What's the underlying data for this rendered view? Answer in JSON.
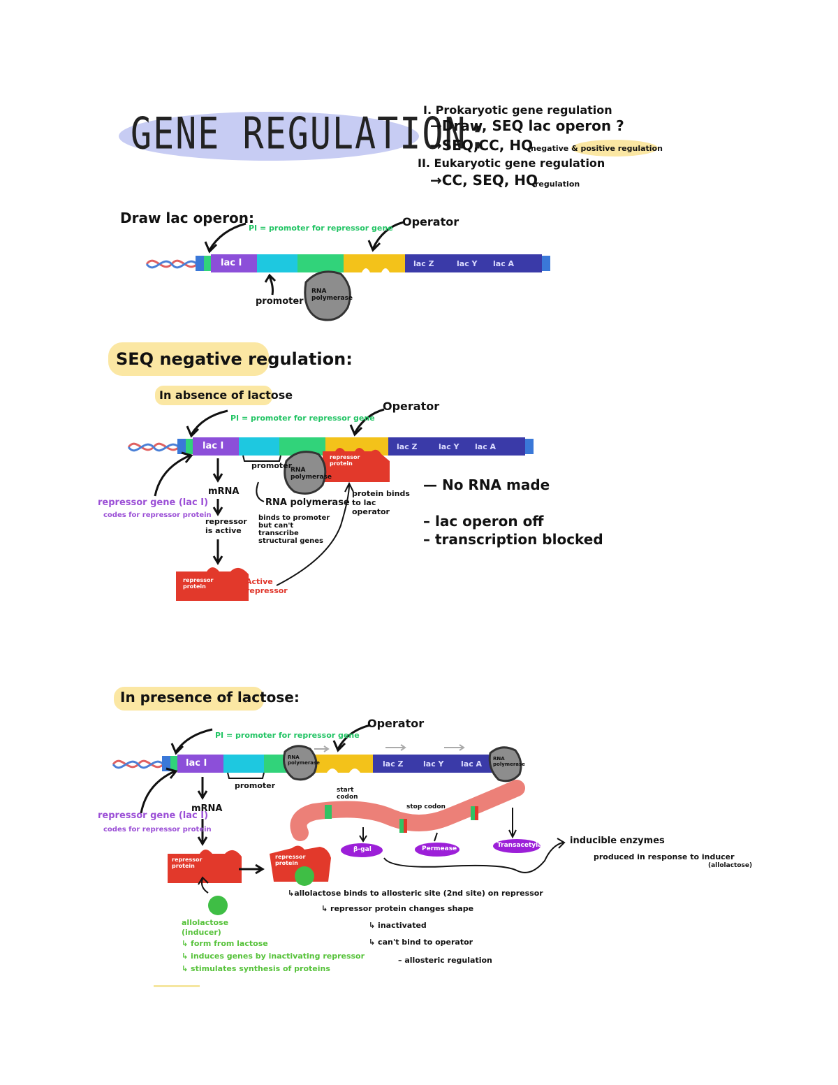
{
  "title": "GENE REGULATION:",
  "outline": {
    "line1": "I. Prokaryotic gene regulation",
    "line2": "→Draw, SEQ lac operon ?",
    "line3": "→SEQ,CC, HQ",
    "line3_note": "negative & positive regulation",
    "line4": "II. Eukaryotic gene regulation",
    "line5": "→CC, SEQ, HQ",
    "line5_note": "regulation"
  },
  "section1": {
    "heading": "Draw lac operon:",
    "pi_label": "PI = promoter for repressor gene",
    "operator_label": "Operator",
    "promoter_label": "promoter",
    "rna_pol": "RNA polymerase",
    "lacI": "lac I",
    "genes": [
      "lac Z",
      "lac Y",
      "lac A"
    ]
  },
  "section2": {
    "heading": "SEQ negative regulation:",
    "subheading": "In absence of lactose",
    "pi_label": "PI = promoter for repressor gene",
    "operator_label": "Operator",
    "lacI": "lac I",
    "genes": [
      "lac Z",
      "lac Y",
      "lac A"
    ],
    "promoter_label": "promoter",
    "rna_pol": "RNA polymerase",
    "repressor_on_dna": "repressor protein",
    "repressor_gene": "repressor gene (lac I)",
    "repressor_gene_sub": "codes for repressor protein",
    "mrna": "mRNA",
    "repressor_active": "repressor is active",
    "rna_pol_note": "RNA polymerase",
    "rna_pol_note2": "binds to promoter but can't transcribe structural genes",
    "protein_binds": "protein binds to lac operator",
    "repressor_protein": "repressor protein",
    "active_repressor": "Active repressor",
    "results": [
      "No RNA made",
      "lac operon off",
      "transcription blocked"
    ]
  },
  "section3": {
    "heading": "In presence of lactose:",
    "pi_label": "PI = promoter for repressor gene",
    "operator_label": "Operator",
    "lacI": "lac I",
    "genes": [
      "lac Z",
      "lac Y",
      "lac A"
    ],
    "rna_pol": "RNA polymerase",
    "promoter_label": "promoter",
    "repressor_gene": "repressor gene (lac I)",
    "repressor_gene_sub": "codes for repressor protein",
    "mrna": "mRNA",
    "start_codon": "start codon",
    "stop_codon": "stop codon",
    "enzymes": [
      "β-gal",
      "Permease",
      "Transacetylase"
    ],
    "inducible": "inducible enzymes",
    "inducible_sub": "produced in response to inducer",
    "inducible_sub2": "(allolactose)",
    "repressor_protein": "repressor protein",
    "allolactose_notes": [
      "↳allolactose binds to allosteric site (2nd site) on repressor",
      "↳ repressor protein changes shape",
      "↳ inactivated",
      "↳ can't bind to operator",
      "– allosteric regulation"
    ],
    "green_notes": [
      "allolactose",
      "(inducer)",
      "↳ form from lactose",
      "↳ induces genes by inactivating repressor",
      "↳ stimulates synthesis of proteins"
    ]
  },
  "colors": {
    "purple": "#8c4fd9",
    "cyan": "#1ec8e0",
    "green": "#31d37a",
    "yellow": "#f3c21a",
    "navy": "#3a3aa8",
    "red": "#e2392b",
    "gray": "#7d7d7d",
    "mrna": "#ec8078"
  }
}
